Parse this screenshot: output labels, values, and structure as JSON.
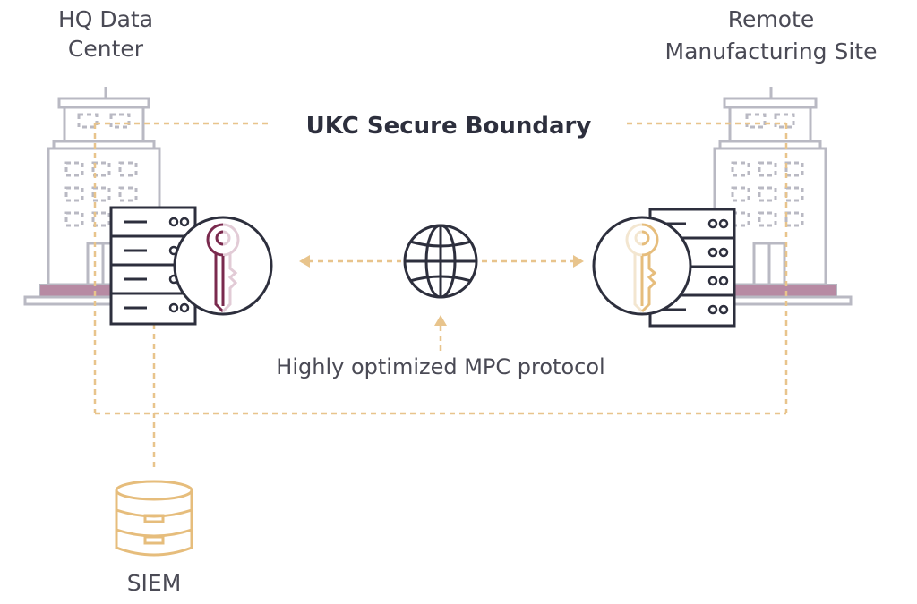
{
  "sites": {
    "hq": {
      "line1": "HQ Data",
      "line2": "Center"
    },
    "remote": {
      "line1": "Remote",
      "line2": "Manufacturing Site"
    }
  },
  "boundary": {
    "label": "UKC Secure Boundary"
  },
  "protocol": {
    "label": "Highly optimized MPC protocol"
  },
  "siem": {
    "label": "SIEM"
  },
  "colors": {
    "outline": "#2d2f3d",
    "building_outline": "#b9b9c3",
    "dashed_line": "#e8c48c",
    "hq_key": "#7a2a4e",
    "remote_key": "#e6bd7c",
    "siem": "#e6bd7c",
    "base_band": "#b78aa3",
    "text": "#4a4a55"
  },
  "icons": {
    "hq_building": "building-icon",
    "remote_building": "building-icon",
    "hq_server": "server-rack-icon",
    "remote_server": "server-rack-icon",
    "hq_key": "key-icon",
    "remote_key": "key-icon",
    "network": "globe-icon",
    "siem": "database-icon"
  }
}
